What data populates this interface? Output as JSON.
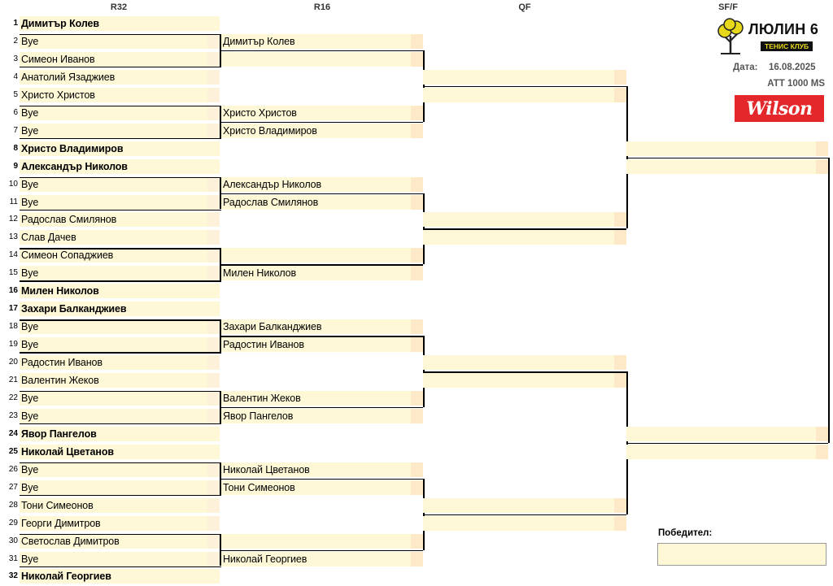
{
  "rounds": [
    "R32",
    "R16",
    "QF",
    "SF/F"
  ],
  "logo": {
    "name": "ЛЮЛИН 6",
    "subtitle": "ТЕНИС КЛУБ"
  },
  "info": {
    "date_label": "Дата:",
    "date_value": "16.08.2025",
    "category": "ATT 1000 MS",
    "sponsor": "Wilson"
  },
  "winner_label": "Победител:",
  "r32": [
    {
      "seed": "1",
      "name": "Димитър Колев",
      "bold": true
    },
    {
      "seed": "2",
      "name": "Bye",
      "bold": false
    },
    {
      "seed": "3",
      "name": "Симеон Иванов",
      "bold": false
    },
    {
      "seed": "4",
      "name": "Анатолий Язаджиев",
      "bold": false
    },
    {
      "seed": "5",
      "name": "Христо Христов",
      "bold": false
    },
    {
      "seed": "6",
      "name": "Bye",
      "bold": false
    },
    {
      "seed": "7",
      "name": "Bye",
      "bold": false
    },
    {
      "seed": "8",
      "name": "Христо Владимиров",
      "bold": true
    },
    {
      "seed": "9",
      "name": "Александър Николов",
      "bold": true
    },
    {
      "seed": "10",
      "name": "Bye",
      "bold": false
    },
    {
      "seed": "11",
      "name": "Bye",
      "bold": false
    },
    {
      "seed": "12",
      "name": "Радослав Смилянов",
      "bold": false
    },
    {
      "seed": "13",
      "name": "Слав Дачев",
      "bold": false
    },
    {
      "seed": "14",
      "name": "Симеон Сопаджиев",
      "bold": false
    },
    {
      "seed": "15",
      "name": "Bye",
      "bold": false
    },
    {
      "seed": "16",
      "name": "Милен Николов",
      "bold": true
    },
    {
      "seed": "17",
      "name": "Захари Балканджиев",
      "bold": true
    },
    {
      "seed": "18",
      "name": "Bye",
      "bold": false
    },
    {
      "seed": "19",
      "name": "Bye",
      "bold": false
    },
    {
      "seed": "20",
      "name": "Радостин Иванов",
      "bold": false
    },
    {
      "seed": "21",
      "name": "Валентин Жеков",
      "bold": false
    },
    {
      "seed": "22",
      "name": "Bye",
      "bold": false
    },
    {
      "seed": "23",
      "name": "Bye",
      "bold": false
    },
    {
      "seed": "24",
      "name": "Явор Пангелов",
      "bold": true
    },
    {
      "seed": "25",
      "name": "Николай Цветанов",
      "bold": true
    },
    {
      "seed": "26",
      "name": "Bye",
      "bold": false
    },
    {
      "seed": "27",
      "name": "Bye",
      "bold": false
    },
    {
      "seed": "28",
      "name": "Тони Симеонов",
      "bold": false
    },
    {
      "seed": "29",
      "name": "Георги Димитров",
      "bold": false
    },
    {
      "seed": "30",
      "name": "Светослав Димитров",
      "bold": false
    },
    {
      "seed": "31",
      "name": "Bye",
      "bold": false
    },
    {
      "seed": "32",
      "name": "Николай Георгиев",
      "bold": true
    }
  ],
  "r16": [
    "Димитър Колев",
    "",
    "Христо Христов",
    "Христо Владимиров",
    "Александър Николов",
    "Радослав Смилянов",
    "",
    "Милен Николов",
    "Захари Балканджиев",
    "Радостин Иванов",
    "Валентин Жеков",
    "Явор Пангелов",
    "Николай Цветанов",
    "Тони Симеонов",
    "",
    "Николай Георгиев"
  ],
  "qf": [
    "",
    "",
    "",
    "",
    "",
    "",
    "",
    ""
  ],
  "sf": [
    "",
    "",
    "",
    ""
  ],
  "winner": ""
}
